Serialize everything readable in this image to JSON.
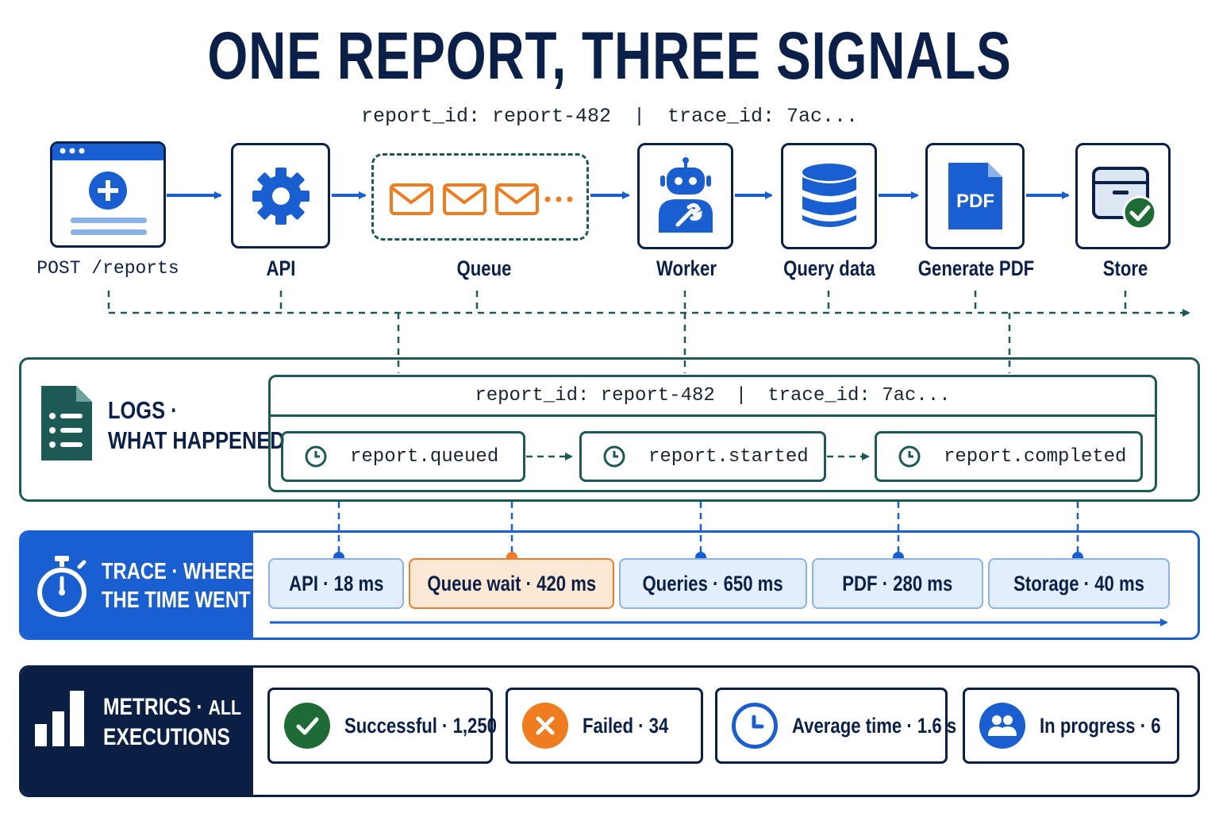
{
  "title": "ONE REPORT, THREE SIGNALS",
  "ids": {
    "report_id": "report_id: report-482",
    "separator": "|",
    "trace_id": "trace_id: 7ac..."
  },
  "pipeline": {
    "nodes": [
      {
        "label": "POST /reports",
        "icon": "browser-add-icon"
      },
      {
        "label": "API",
        "icon": "gear-icon"
      },
      {
        "label": "Queue",
        "icon": "envelopes-icon"
      },
      {
        "label": "Worker",
        "icon": "robot-icon"
      },
      {
        "label": "Query data",
        "icon": "database-icon"
      },
      {
        "label": "Generate PDF",
        "icon": "pdf-file-icon",
        "icon_text": "PDF"
      },
      {
        "label": "Store",
        "icon": "archive-check-icon"
      }
    ]
  },
  "logs": {
    "title_line1": "LOGS ·",
    "title_line2": "WHAT HAPPENED",
    "header": {
      "report_id": "report_id: report-482",
      "separator": "|",
      "trace_id": "trace_id: 7ac..."
    },
    "events": [
      "report.queued",
      "report.started",
      "report.completed"
    ]
  },
  "trace": {
    "title_line1": "TRACE · WHERE",
    "title_line2": "THE TIME WENT",
    "spans": [
      {
        "label": "API · 18 ms",
        "highlight": false
      },
      {
        "label": "Queue wait · 420 ms",
        "highlight": true
      },
      {
        "label": "Queries · 650 ms",
        "highlight": false
      },
      {
        "label": "PDF · 280 ms",
        "highlight": false
      },
      {
        "label": "Storage · 40 ms",
        "highlight": false
      }
    ]
  },
  "metrics": {
    "title_line1": "METRICS ·",
    "title_line1_small": "ALL",
    "title_line2": "EXECUTIONS",
    "items": [
      {
        "label": "Successful · 1,250",
        "icon": "check-circle-icon",
        "color": "#1e6b35"
      },
      {
        "label": "Failed · 34",
        "icon": "x-circle-icon",
        "color": "#ef7d1f"
      },
      {
        "label": "Average time · 1.6 s",
        "icon": "clock-icon",
        "color": "#1a5fd1"
      },
      {
        "label": "In progress · 6",
        "icon": "users-icon",
        "color": "#1a5fd1"
      }
    ]
  },
  "colors": {
    "navy": "#0b2048",
    "teal": "#1d5a55",
    "blue": "#1a5fd1",
    "orange": "#ef7d2e",
    "green": "#1e6b35"
  }
}
